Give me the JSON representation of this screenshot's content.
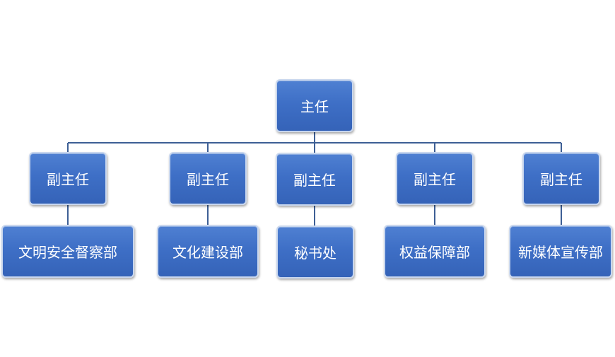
{
  "org_chart": {
    "root": {
      "label": "主任"
    },
    "deputies": [
      {
        "label": "副主任",
        "department": "文明安全督察部"
      },
      {
        "label": "副主任",
        "department": "文化建设部"
      },
      {
        "label": "副主任",
        "department": "秘书处"
      },
      {
        "label": "副主任",
        "department": "权益保障部"
      },
      {
        "label": "副主任",
        "department": "新媒体宣传部"
      }
    ]
  },
  "colors": {
    "box_fill": "#3e6fc6",
    "box_border": "#c9d7ee",
    "connector": "#3d5f95",
    "text": "#ffffff"
  }
}
